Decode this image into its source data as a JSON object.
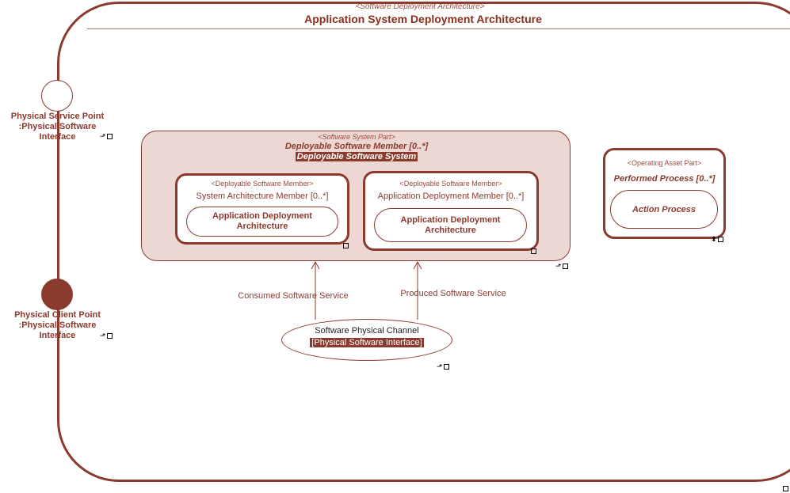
{
  "frame": {
    "stereotype": "<Software Deployment Architecture>",
    "title": "Application System Deployment Architecture"
  },
  "ports": {
    "service": {
      "line1": "Physical Service Point",
      "line2": ":Physical Software Interface"
    },
    "client": {
      "line1": "Physical Client Point",
      "line2": ":Physical Software Interface"
    }
  },
  "deployable_system": {
    "stereotype": "<Software System Part>",
    "name": "Deployable Software Member [0..*]",
    "type": "Deployable Software System"
  },
  "system_arch_member": {
    "stereotype": "<Deployable Software Member>",
    "name": "System Architecture Member [0..*]",
    "inner": "Application Deployment Architecture"
  },
  "app_deploy_member": {
    "stereotype": "<Deployable Software Member>",
    "name": "Application Deployment Member [0..*]",
    "inner": "Application Deployment Architecture"
  },
  "operating_asset": {
    "stereotype": "<Operating Asset Part>",
    "name": "Performed Process [0..*]",
    "inner": "Action Process"
  },
  "channel": {
    "name": "Software Physical Channel",
    "type": "[Physical Software Interface]"
  },
  "connectors": {
    "consumed": "Consumed Software Service",
    "produced": "Produced Software Service"
  },
  "colors": {
    "accent": "#8b3a2e",
    "fill": "#ecd7d2"
  }
}
